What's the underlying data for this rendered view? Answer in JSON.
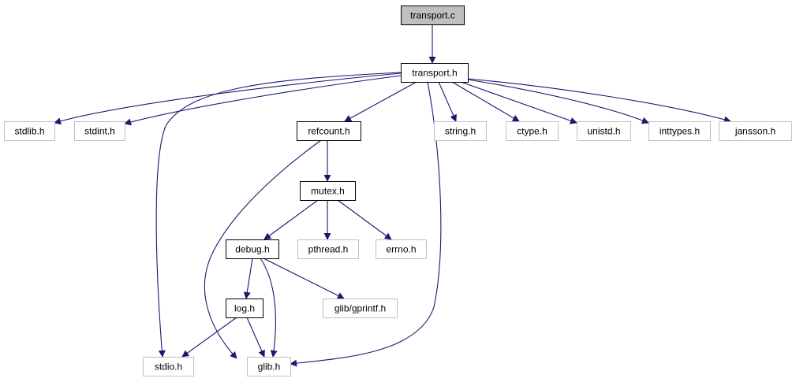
{
  "colors": {
    "edge": "#191970",
    "root_fill": "#bfbfbf",
    "documented_border": "#000000",
    "external_border": "#bfbfbf",
    "text": "#000000"
  },
  "nodes": [
    {
      "id": "transport_c",
      "label": "transport.c",
      "style": "root"
    },
    {
      "id": "transport_h",
      "label": "transport.h",
      "style": "documented"
    },
    {
      "id": "stdlib_h",
      "label": "stdlib.h",
      "style": "external"
    },
    {
      "id": "stdint_h",
      "label": "stdint.h",
      "style": "external"
    },
    {
      "id": "refcount_h",
      "label": "refcount.h",
      "style": "documented"
    },
    {
      "id": "string_h",
      "label": "string.h",
      "style": "external"
    },
    {
      "id": "ctype_h",
      "label": "ctype.h",
      "style": "external"
    },
    {
      "id": "unistd_h",
      "label": "unistd.h",
      "style": "external"
    },
    {
      "id": "inttypes_h",
      "label": "inttypes.h",
      "style": "external"
    },
    {
      "id": "jansson_h",
      "label": "jansson.h",
      "style": "external"
    },
    {
      "id": "mutex_h",
      "label": "mutex.h",
      "style": "documented"
    },
    {
      "id": "debug_h",
      "label": "debug.h",
      "style": "documented"
    },
    {
      "id": "pthread_h",
      "label": "pthread.h",
      "style": "external"
    },
    {
      "id": "errno_h",
      "label": "errno.h",
      "style": "external"
    },
    {
      "id": "log_h",
      "label": "log.h",
      "style": "documented"
    },
    {
      "id": "gprintf_h",
      "label": "glib/gprintf.h",
      "style": "external"
    },
    {
      "id": "stdio_h",
      "label": "stdio.h",
      "style": "external"
    },
    {
      "id": "glib_h",
      "label": "glib.h",
      "style": "external"
    }
  ],
  "edges": [
    {
      "from": "transport_c",
      "to": "transport_h"
    },
    {
      "from": "transport_h",
      "to": "stdlib_h"
    },
    {
      "from": "transport_h",
      "to": "stdint_h"
    },
    {
      "from": "transport_h",
      "to": "stdio_h"
    },
    {
      "from": "transport_h",
      "to": "refcount_h"
    },
    {
      "from": "transport_h",
      "to": "glib_h"
    },
    {
      "from": "transport_h",
      "to": "string_h"
    },
    {
      "from": "transport_h",
      "to": "ctype_h"
    },
    {
      "from": "transport_h",
      "to": "unistd_h"
    },
    {
      "from": "transport_h",
      "to": "inttypes_h"
    },
    {
      "from": "transport_h",
      "to": "jansson_h"
    },
    {
      "from": "refcount_h",
      "to": "mutex_h"
    },
    {
      "from": "refcount_h",
      "to": "glib_h"
    },
    {
      "from": "mutex_h",
      "to": "debug_h"
    },
    {
      "from": "mutex_h",
      "to": "pthread_h"
    },
    {
      "from": "mutex_h",
      "to": "errno_h"
    },
    {
      "from": "debug_h",
      "to": "log_h"
    },
    {
      "from": "debug_h",
      "to": "gprintf_h"
    },
    {
      "from": "debug_h",
      "to": "glib_h"
    },
    {
      "from": "log_h",
      "to": "stdio_h"
    },
    {
      "from": "log_h",
      "to": "glib_h"
    }
  ]
}
